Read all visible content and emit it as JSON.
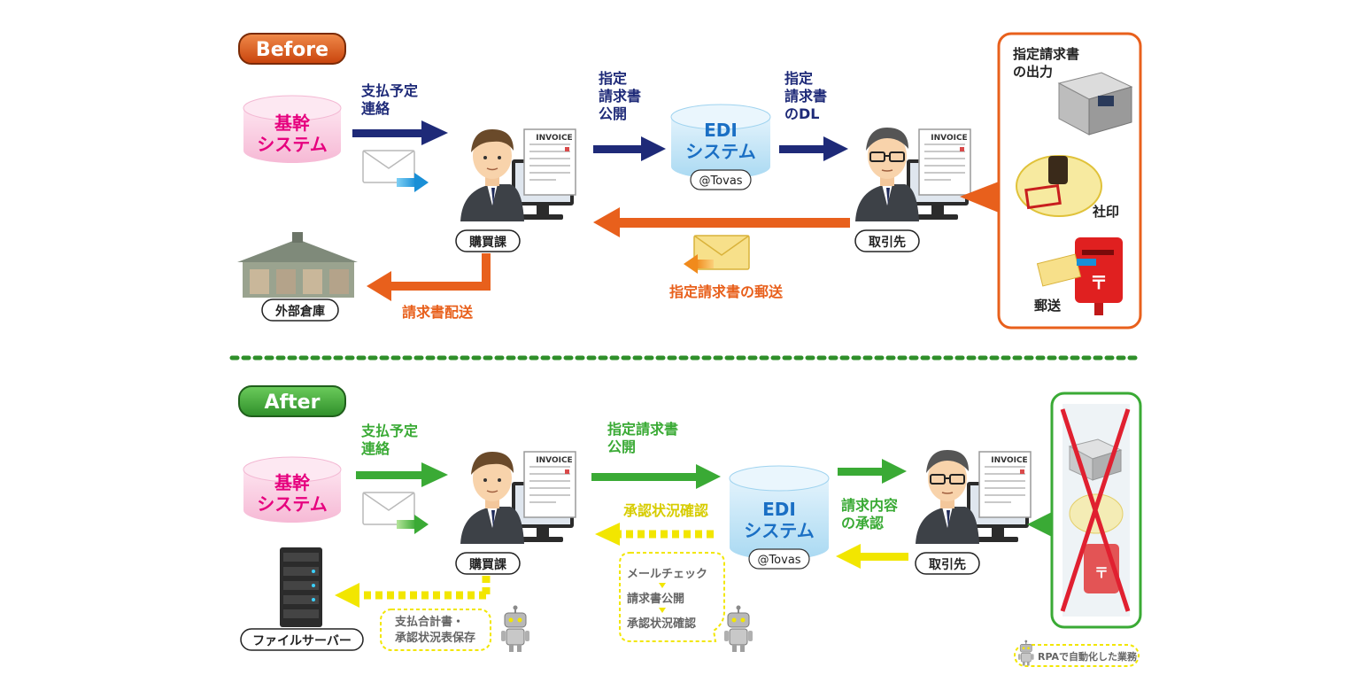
{
  "before": {
    "badge": "Before",
    "kikan": [
      "基幹",
      "システム"
    ],
    "shiharai": [
      "支払予定",
      "連絡"
    ],
    "shitei_kokai": [
      "指定",
      "請求書",
      "公開"
    ],
    "edi": [
      "EDI",
      "システム"
    ],
    "tovas": "@Tovas",
    "shitei_dl": [
      "指定",
      "請求書",
      "のDL"
    ],
    "kobaika": "購買課",
    "torihikisaki": "取引先",
    "gaibu_soko": "外部倉庫",
    "seikyusho_haiso": "請求書配送",
    "yuso_label": "指定請求書の郵送",
    "panel_title": [
      "指定請求書",
      "の出力"
    ],
    "shain": "社印",
    "yuso": "郵送",
    "invoice": "INVOICE"
  },
  "after": {
    "badge": "After",
    "kikan": [
      "基幹",
      "システム"
    ],
    "shiharai": [
      "支払予定",
      "連絡"
    ],
    "shitei_kokai": [
      "指定請求書",
      "公開"
    ],
    "shonin_kakunin": "承認状況確認",
    "edi": [
      "EDI",
      "システム"
    ],
    "tovas": "@Tovas",
    "seikyu_naiyo": [
      "請求内容",
      "の承認"
    ],
    "kobaika": "購買課",
    "torihikisaki": "取引先",
    "file_server": "ファイルサーバー",
    "robot_box1": [
      "支払合計書・",
      "承認状況表保存"
    ],
    "robot_box2": [
      "メールチェック",
      "請求書公開",
      "承認状況確認"
    ],
    "rpa_legend": "RPAで自動化した業務",
    "invoice": "INVOICE"
  },
  "colors": {
    "navy": "#1e2a78",
    "orange": "#e8601c",
    "green": "#3aaa35",
    "yellow": "#f2e600",
    "pink": "#e6007e"
  }
}
